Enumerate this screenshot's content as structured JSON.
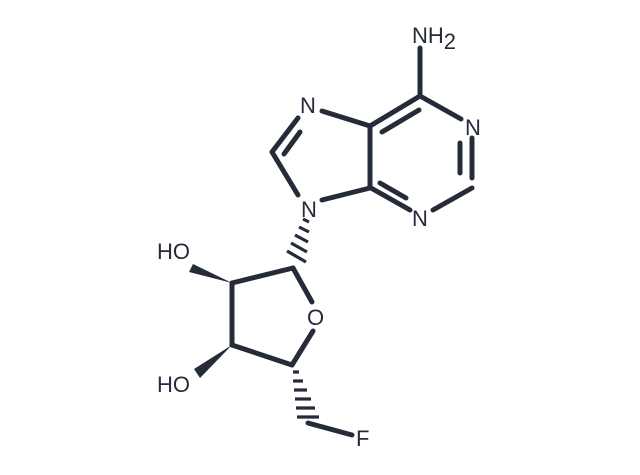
{
  "atoms": {
    "amine_n": "NH",
    "amine_sub": "2",
    "n1": "N",
    "n3": "N",
    "n7": "N",
    "n9": "N",
    "ring_o": "O",
    "hydroxyl_2": "HO",
    "hydroxyl_3": "HO",
    "fluorine": "F"
  },
  "colors": {
    "ink": "#262b3a",
    "background": "#ffffff"
  }
}
